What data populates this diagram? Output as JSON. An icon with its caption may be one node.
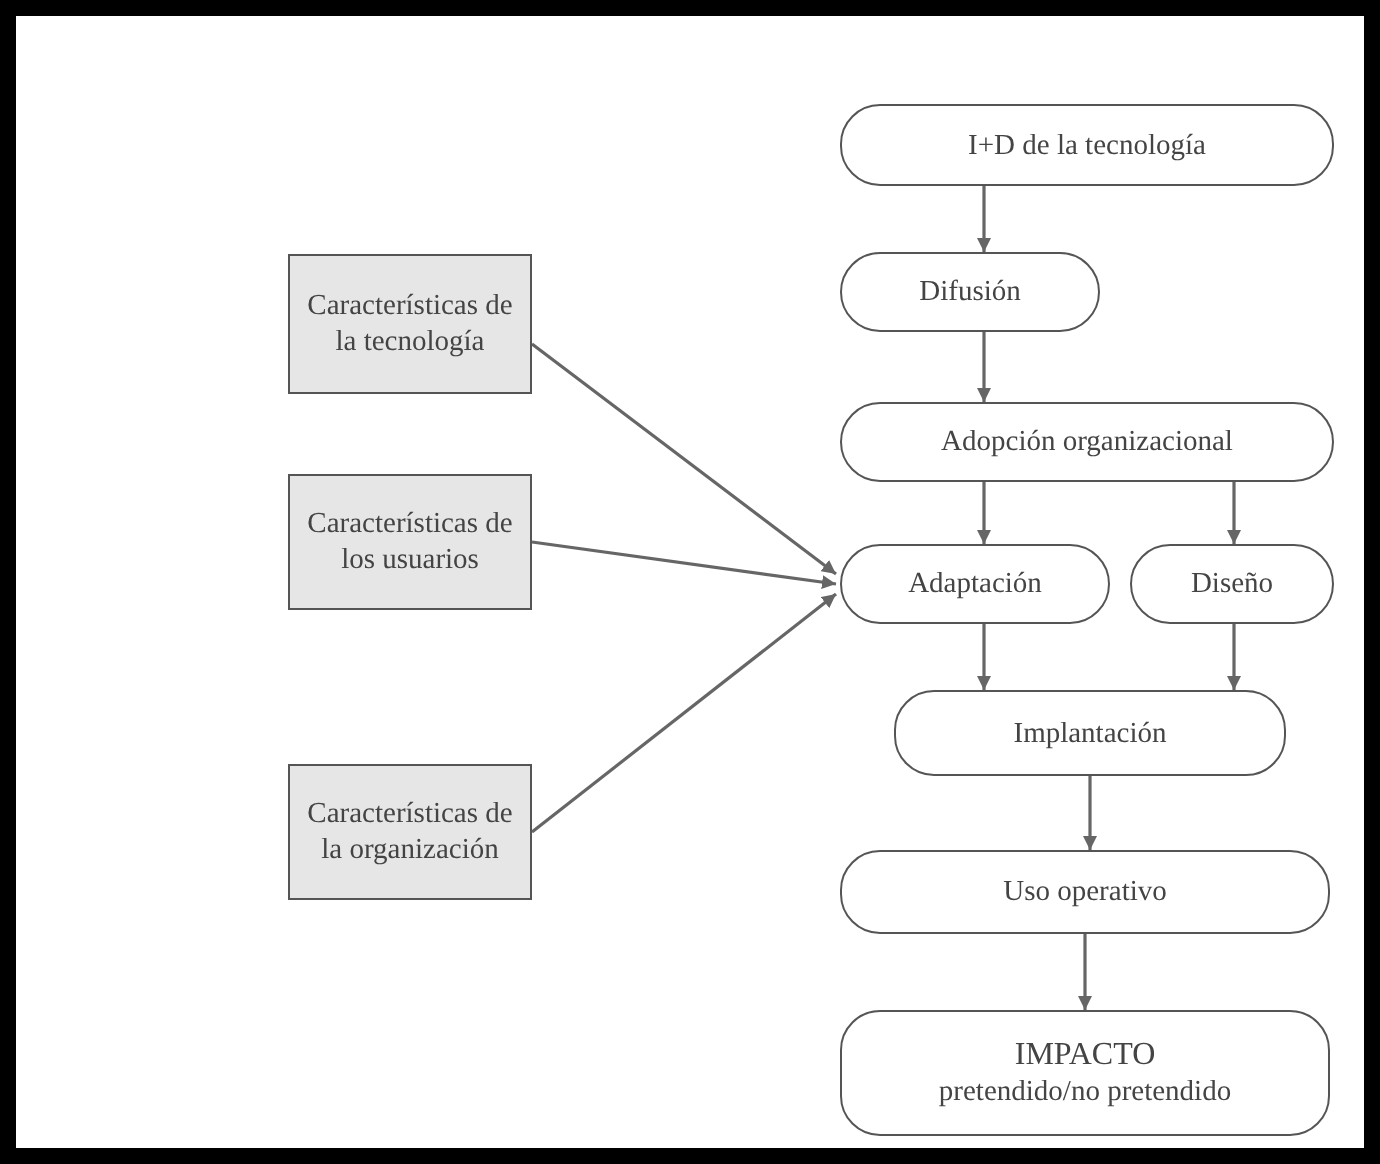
{
  "diagram": {
    "nodes": [
      {
        "text": [
          "Características de la tecnología"
        ]
      },
      {
        "text": [
          "Características de los usuarios"
        ]
      },
      {
        "text": [
          "Características de la organización"
        ]
      },
      {
        "text": [
          "I+D de la tecnología"
        ]
      },
      {
        "text": [
          "Difusión"
        ]
      },
      {
        "text": [
          "Adopción organizacional"
        ]
      },
      {
        "text": [
          "Adaptación"
        ]
      },
      {
        "text": [
          "Diseño"
        ]
      },
      {
        "text": [
          "Implantación"
        ]
      },
      {
        "text": [
          "Uso operativo"
        ]
      },
      {
        "text": [
          "IMPACTO",
          "pretendido/no pretendido"
        ]
      }
    ],
    "edges": [
      {
        "from": 0,
        "to": 6,
        "arrow": "to"
      },
      {
        "from": 1,
        "to": 6,
        "arrow": "to"
      },
      {
        "from": 2,
        "to": 6,
        "arrow": "to"
      },
      {
        "from": 3,
        "to": 4,
        "arrow": "to"
      },
      {
        "from": 4,
        "to": 5,
        "arrow": "to"
      },
      {
        "from": 5,
        "to": 6,
        "arrow": "to"
      },
      {
        "from": 5,
        "to": 7,
        "arrow": "to"
      },
      {
        "from": 6,
        "to": 8,
        "arrow": "to"
      },
      {
        "from": 7,
        "to": 8,
        "arrow": "to"
      },
      {
        "from": 8,
        "to": 9,
        "arrow": "to"
      },
      {
        "from": 9,
        "to": 10,
        "arrow": "to"
      }
    ]
  }
}
